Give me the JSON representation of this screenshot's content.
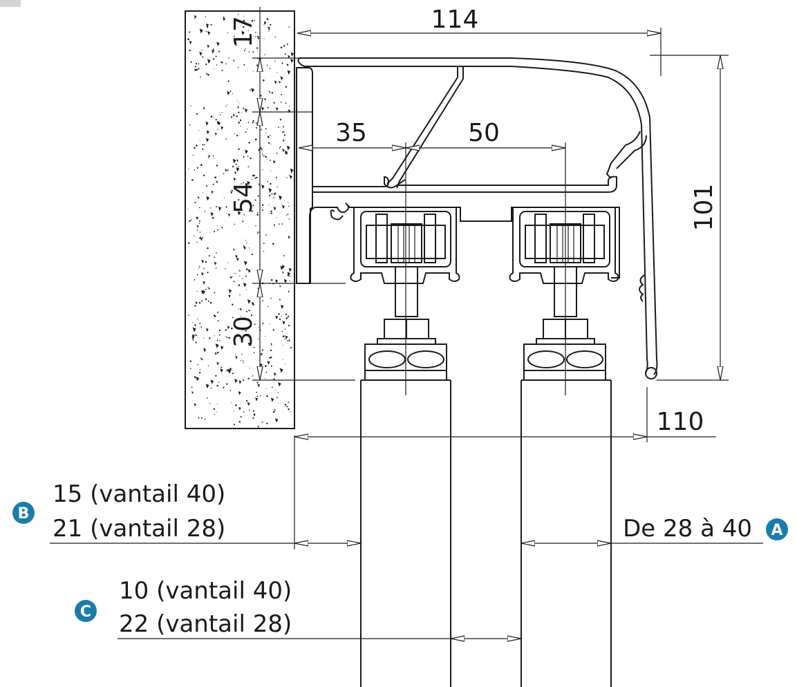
{
  "dimensions": {
    "top_width": "114",
    "wall_gap": "17",
    "spacing_left": "35",
    "spacing_center": "50",
    "rail_height": "54",
    "bottom_gap": "30",
    "total_height": "101",
    "overall_width": "110"
  },
  "callouts": {
    "a": {
      "badge": "A",
      "text": "De 28 à 40",
      "color": "#1a7cab"
    },
    "b": {
      "badge": "B",
      "line1": "15 (vantail 40)",
      "line2": "21 (vantail 28)",
      "color": "#1a7cab"
    },
    "c": {
      "badge": "C",
      "line1": "10 (vantail 40)",
      "line2": "22 (vantail 28)",
      "color": "#1a7cab"
    }
  },
  "colors": {
    "line": "#1a1a1a",
    "concrete_speckle": "#1a1a1a",
    "accent": "#1a7cab"
  }
}
